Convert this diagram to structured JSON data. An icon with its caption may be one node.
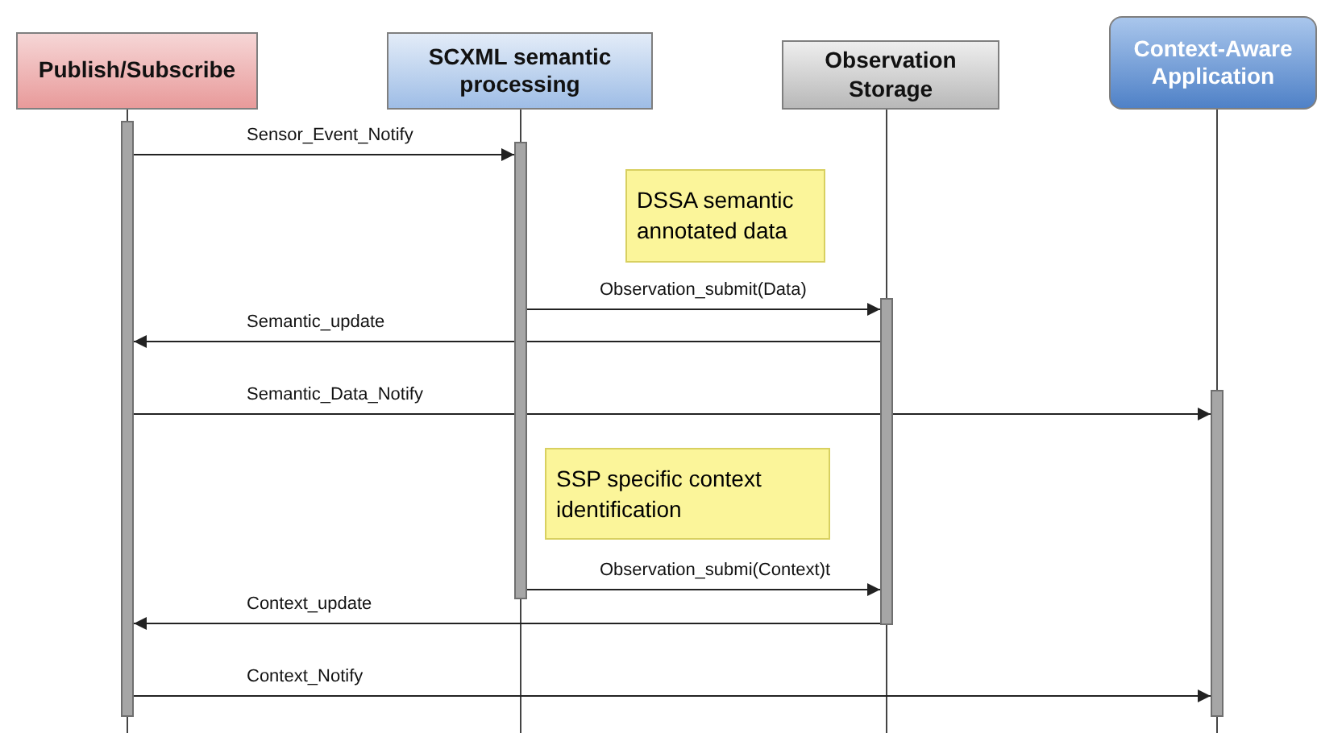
{
  "diagram": {
    "nodes": [
      {
        "text": [
          "Publish/Subscribe"
        ]
      },
      {
        "text": [
          "SCXML semantic processing"
        ]
      },
      {
        "text": [
          "Observation Storage"
        ]
      },
      {
        "text": [
          "Context-Aware Application"
        ]
      },
      {
        "text": [],
        "shape": "bar"
      },
      {
        "text": [],
        "shape": "bar"
      },
      {
        "text": [],
        "shape": "bar"
      },
      {
        "text": [],
        "shape": "bar"
      },
      {
        "text": [
          "DSSA semantic annotated data"
        ]
      },
      {
        "text": [
          "SSP specific context identification"
        ]
      }
    ],
    "edges": [
      {
        "from": 4,
        "to": 5,
        "arrow": "to",
        "label": "Sensor_Event_Notify"
      },
      {
        "from": 5,
        "to": 6,
        "arrow": "to",
        "label": "Observation_submit(Data)"
      },
      {
        "from": 6,
        "to": 4,
        "arrow": "to",
        "label": "Semantic_update"
      },
      {
        "from": 4,
        "to": 7,
        "arrow": "to",
        "label": "Semantic_Data_Notify"
      },
      {
        "from": 5,
        "to": 6,
        "arrow": "to",
        "label": "Observation_submi(Context)t"
      },
      {
        "from": 6,
        "to": 4,
        "arrow": "to",
        "label": "Context_update"
      },
      {
        "from": 4,
        "to": 7,
        "arrow": "to",
        "label": "Context_Notify"
      }
    ]
  }
}
